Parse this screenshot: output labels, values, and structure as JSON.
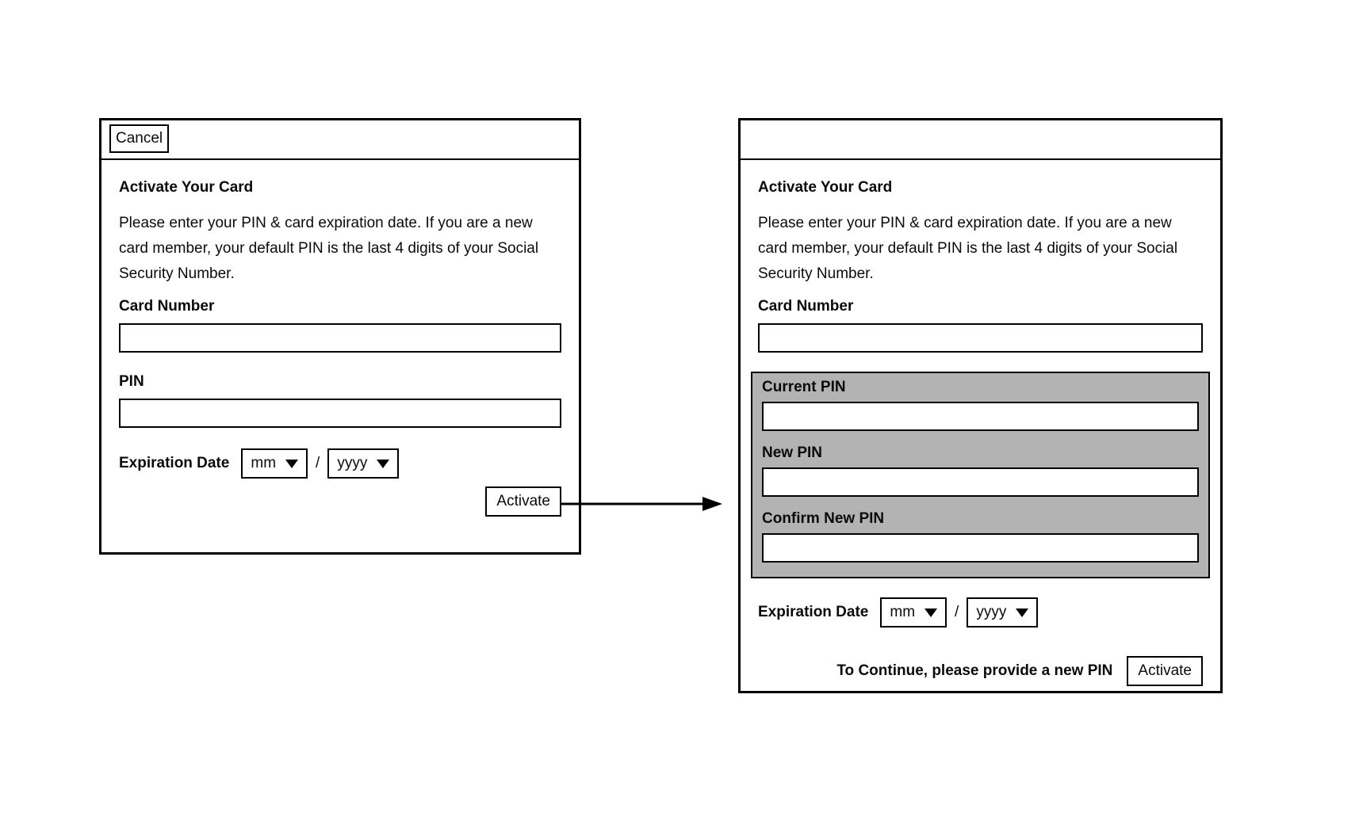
{
  "colors": {
    "panel_border": "#000000",
    "panel_background": "#ffffff",
    "pin_section_background": "#b3b3b3",
    "text_color": "#0b0b0b"
  },
  "icons": {
    "dropdown_arrow": "filled-down-triangle",
    "flow_arrow": "right-arrow"
  },
  "left_panel": {
    "cancel_label": "Cancel",
    "title": "Activate Your Card",
    "description": "Please enter your PIN & card expiration date. If you are a new card member, your default PIN is the last 4 digits of your Social Security Number.",
    "card_number": {
      "label": "Card Number",
      "value": ""
    },
    "pin": {
      "label": "PIN",
      "value": ""
    },
    "expiration": {
      "label": "Expiration Date",
      "month": "mm",
      "separator": "/",
      "year": "yyyy"
    },
    "activate_label": "Activate"
  },
  "right_panel": {
    "title": "Activate Your Card",
    "description": "Please enter your PIN & card expiration date. If you are a new card member, your default PIN is the last 4 digits of your Social Security Number.",
    "card_number": {
      "label": "Card Number",
      "value": ""
    },
    "pin_section": {
      "current_pin": {
        "label": "Current PIN",
        "value": ""
      },
      "new_pin": {
        "label": "New PIN",
        "value": ""
      },
      "confirm_new_pin": {
        "label": "Confirm New PIN",
        "value": ""
      }
    },
    "expiration": {
      "label": "Expiration Date",
      "month": "mm",
      "separator": "/",
      "year": "yyyy"
    },
    "footer_note": "To Continue, please provide a new PIN",
    "activate_label": "Activate"
  }
}
